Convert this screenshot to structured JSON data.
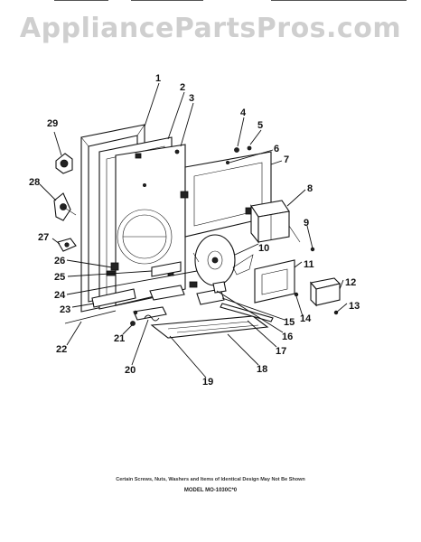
{
  "watermark": "AppliancePartsPros.com",
  "callouts": [
    "1",
    "2",
    "3",
    "4",
    "5",
    "6",
    "7",
    "8",
    "9",
    "10",
    "11",
    "12",
    "13",
    "14",
    "15",
    "16",
    "17",
    "18",
    "19",
    "20",
    "21",
    "22",
    "23",
    "24",
    "25",
    "26",
    "27",
    "28",
    "29"
  ],
  "footer": {
    "note": "Certain Screws, Nuts, Washers and Items of Identical Design May Not Be Shown",
    "model": "MODEL MO-1030C*0"
  }
}
